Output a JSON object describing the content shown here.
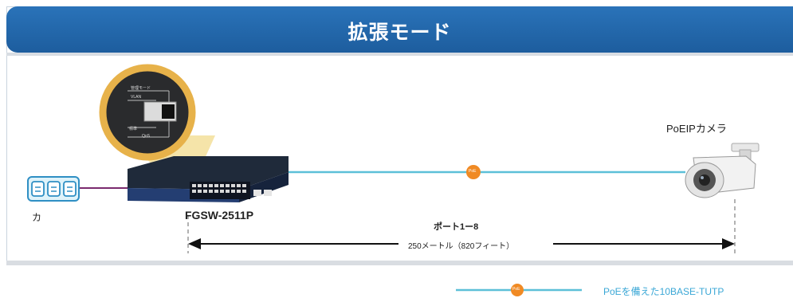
{
  "header": {
    "title": "拡張モード"
  },
  "power": {
    "label": "カ"
  },
  "switch": {
    "model": "FGSW-2511P",
    "zoom_labels": [
      "管理モード",
      "VLAN",
      "標準",
      "QoS"
    ]
  },
  "camera": {
    "label": "PoEIPカメラ"
  },
  "link": {
    "ports": "ポート1ー8",
    "distance": "250メートル（820フィート）",
    "poe_badge": "PoE"
  },
  "legend": {
    "badge": "PoE",
    "label": "PoEを備えた10BASE-TUTP"
  },
  "colors": {
    "banner": "#1d5d9e",
    "cable": "#5cc0d8",
    "poe": "#f08a24",
    "power_cable": "#7a2a6e",
    "legend_text": "#3aa7d6"
  }
}
